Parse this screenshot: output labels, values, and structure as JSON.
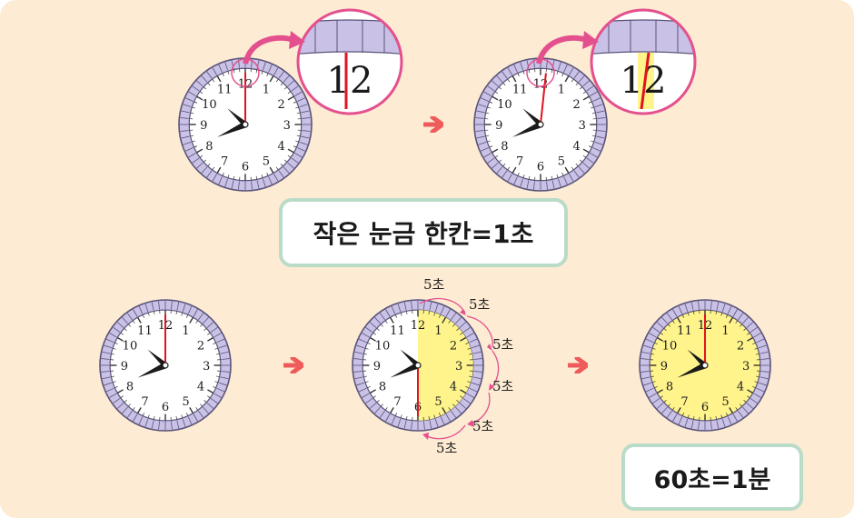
{
  "labels": {
    "tick_equals_second": "작은 눈금 한칸=1초",
    "sixty_seconds_minute": "60초=1분"
  },
  "clock_numbers": [
    "12",
    "1",
    "2",
    "3",
    "4",
    "5",
    "6",
    "7",
    "8",
    "9",
    "10",
    "11"
  ],
  "zoom_number": "12",
  "five_seconds": "5초",
  "icons": [
    "right-arrow-icon",
    "zoom-arrow-icon"
  ],
  "colors": {
    "background": "#fdebd3",
    "clock_rim": "#c9c1e6",
    "clock_rim_stroke": "#5a5478",
    "highlight_yellow": "#fff48c",
    "second_hand": "#e0141e",
    "magenta": "#e4508e",
    "arrow": "#ef5a5a",
    "label_border": "#b8dcc8"
  }
}
